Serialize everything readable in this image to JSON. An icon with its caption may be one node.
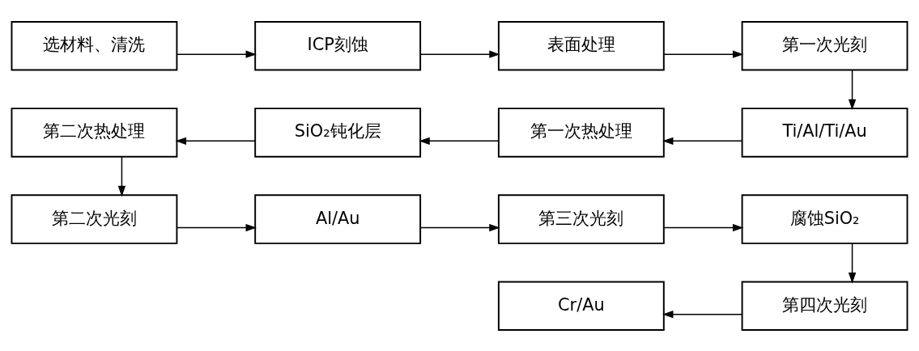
{
  "diagram": {
    "nodes": [
      {
        "text": [
          "选材料、清洗"
        ]
      },
      {
        "text": [
          "ICP刻蚀"
        ]
      },
      {
        "text": [
          "表面处理"
        ]
      },
      {
        "text": [
          "第一次光刻"
        ]
      },
      {
        "text": [
          "第二次热处理"
        ]
      },
      {
        "text": [
          "SiO₂钝化层"
        ]
      },
      {
        "text": [
          "第一次热处理"
        ]
      },
      {
        "text": [
          "Ti/Al/Ti/Au"
        ]
      },
      {
        "text": [
          "第二次光刻"
        ]
      },
      {
        "text": [
          "Al/Au"
        ]
      },
      {
        "text": [
          "第三次光刻"
        ]
      },
      {
        "text": [
          "腐蚀SiO₂"
        ]
      },
      {
        "text": [
          "Cr/Au"
        ]
      },
      {
        "text": [
          "第四次光刻"
        ]
      }
    ],
    "edges": [
      {
        "from": 0,
        "to": 1,
        "arrow": "to"
      },
      {
        "from": 1,
        "to": 2,
        "arrow": "to"
      },
      {
        "from": 2,
        "to": 3,
        "arrow": "to"
      },
      {
        "from": 3,
        "to": 7,
        "arrow": "to"
      },
      {
        "from": 7,
        "to": 6,
        "arrow": "to"
      },
      {
        "from": 6,
        "to": 5,
        "arrow": "to"
      },
      {
        "from": 5,
        "to": 4,
        "arrow": "to"
      },
      {
        "from": 4,
        "to": 8,
        "arrow": "to"
      },
      {
        "from": 8,
        "to": 9,
        "arrow": "to"
      },
      {
        "from": 9,
        "to": 10,
        "arrow": "to"
      },
      {
        "from": 10,
        "to": 11,
        "arrow": "to"
      },
      {
        "from": 11,
        "to": 13,
        "arrow": "to"
      },
      {
        "from": 13,
        "to": 12,
        "arrow": "to"
      }
    ]
  }
}
